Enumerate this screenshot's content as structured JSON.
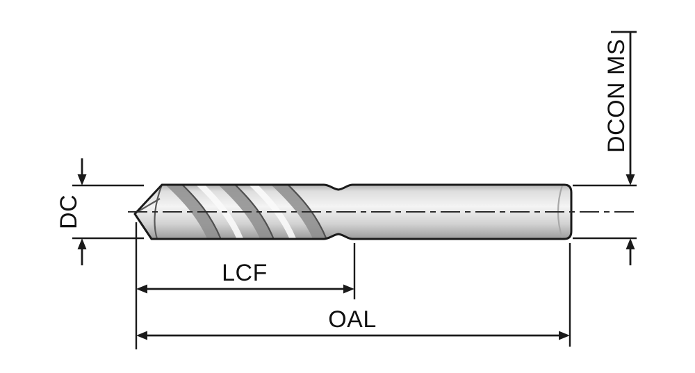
{
  "diagram": {
    "labels": {
      "dc": "DC",
      "dcon_ms": "DCON MS",
      "lcf": "LCF",
      "oal": "OAL"
    },
    "colors": {
      "line": "#1a1a1a",
      "text": "#111111",
      "flute_shade": "#8d8d8d",
      "background": "#ffffff"
    }
  }
}
